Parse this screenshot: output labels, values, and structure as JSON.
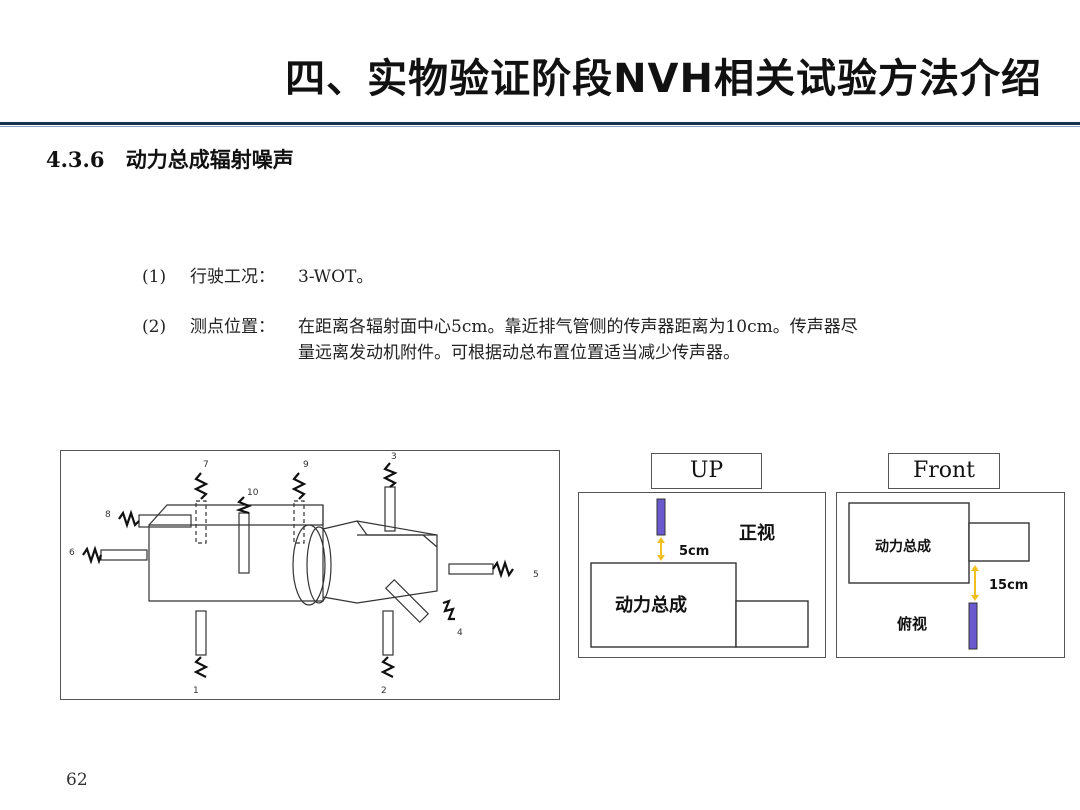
{
  "header": {
    "title": "四、实物验证阶段NVH相关试验方法介绍"
  },
  "section": {
    "number": "4.3.6",
    "title": "动力总成辐射噪声"
  },
  "items": [
    {
      "tag": "(1)",
      "label": "行驶工况：",
      "text": "3-WOT。"
    },
    {
      "tag": "(2)",
      "label": "测点位置：",
      "text": "在距离各辐射面中心5cm。靠近排气管侧的传声器距离为10cm。传声器尽",
      "continuation": "量远离发动机附件。可根据动总布置位置适当减少传声器。"
    }
  ],
  "diagram_left": {
    "mic_labels": [
      "1",
      "2",
      "3",
      "4",
      "5",
      "6",
      "7",
      "8",
      "9",
      "10"
    ]
  },
  "diagram_up": {
    "header": "UP",
    "view_label": "正视",
    "distance": "5cm",
    "block_label": "动力总成"
  },
  "diagram_front": {
    "header": "Front",
    "view_label": "俯视",
    "distance": "15cm",
    "block_label": "动力总成"
  },
  "colors": {
    "rule": "#17324f",
    "mic_fill": "#6a5acd",
    "arrow": "#f0c020"
  },
  "footer": {
    "page": "62"
  }
}
